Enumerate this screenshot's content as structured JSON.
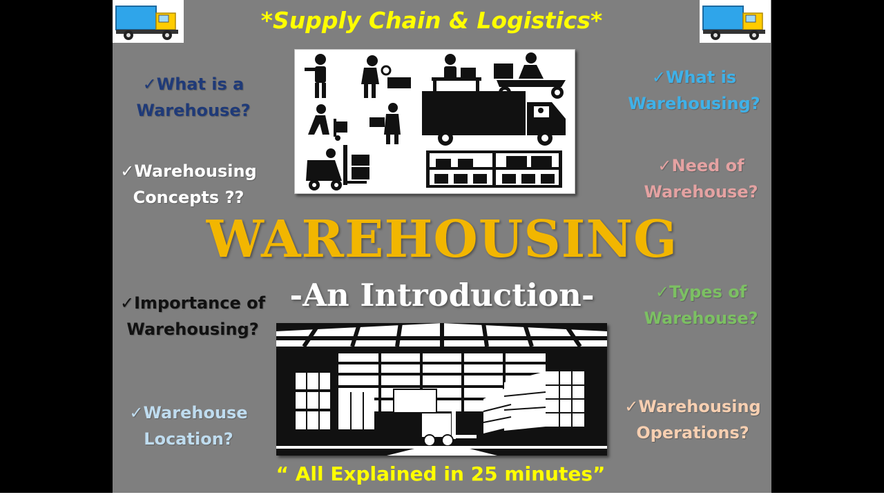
{
  "header": {
    "text": "*Supply Chain & Logistics*"
  },
  "title": "WAREHOUSING",
  "subtitle": "-An Introduction-",
  "footer": "“ All Explained in 25 minutes”",
  "check_mark": "✓",
  "topics": {
    "what_is_warehouse": {
      "line1": "What is a",
      "line2": "Warehouse?",
      "color": "#1f3a78"
    },
    "what_is_warehousing": {
      "line1": "What is",
      "line2": "Warehousing?",
      "color": "#3fb1e8"
    },
    "concepts": {
      "line1": "Warehousing",
      "line2": "Concepts ??",
      "color": "#ffffff"
    },
    "need": {
      "line1": "Need of",
      "line2": "Warehouse?",
      "color": "#e4a2a2"
    },
    "importance": {
      "line1": "Importance of",
      "line2": "Warehousing?",
      "color": "#111111"
    },
    "types": {
      "line1": "Types of",
      "line2": "Warehouse?",
      "color": "#7cc063"
    },
    "location": {
      "line1": "Warehouse",
      "line2": "Location?",
      "color": "#bfdcef"
    },
    "operations": {
      "line1": "Warehousing",
      "line2": "Operations?",
      "color": "#f7cfb1"
    }
  },
  "colors": {
    "background": "#7f7f7f",
    "header": "#ffff00",
    "title": "#f2b600",
    "truck_body": "#2fa5ea",
    "truck_cab": "#ffcc00"
  },
  "icons": [
    "truck-icon",
    "worker-pointing-icon",
    "worker-inspecting-icon",
    "office-worker-icon",
    "delivery-scooter-icon",
    "hand-truck-icon",
    "box-handover-icon",
    "box-truck-icon",
    "forklift-icon",
    "storage-rack-icon",
    "warehouse-interior-illustration"
  ]
}
